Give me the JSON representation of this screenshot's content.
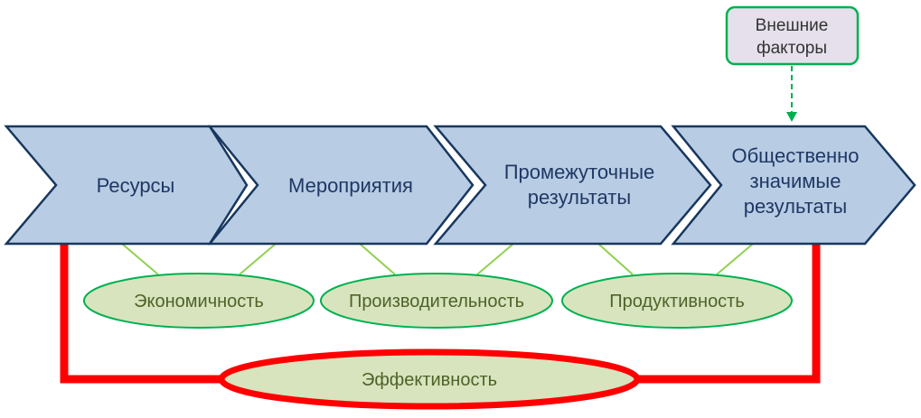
{
  "external": {
    "line1": "Внешние",
    "line2": "факторы"
  },
  "chevrons": [
    {
      "line1": "Ресурсы"
    },
    {
      "line1": "Мероприятия"
    },
    {
      "line1": "Промежуточные",
      "line2": "результаты"
    },
    {
      "line1": "Общественно",
      "line2": "значимые",
      "line3": "результаты"
    }
  ],
  "measures": [
    {
      "label": "Экономичность"
    },
    {
      "label": "Производительность"
    },
    {
      "label": "Продуктивность"
    }
  ],
  "overall": {
    "label": "Эффективность"
  },
  "colors": {
    "chevron_fill": "#b8cce4",
    "chevron_stroke": "#17375e",
    "ellipse_fill": "#d7e4bd",
    "ellipse_stroke": "#00b050",
    "connector": "#92d050",
    "bracket": "#ff0000",
    "external_fill": "#e6e0ec",
    "external_stroke": "#00b050"
  }
}
